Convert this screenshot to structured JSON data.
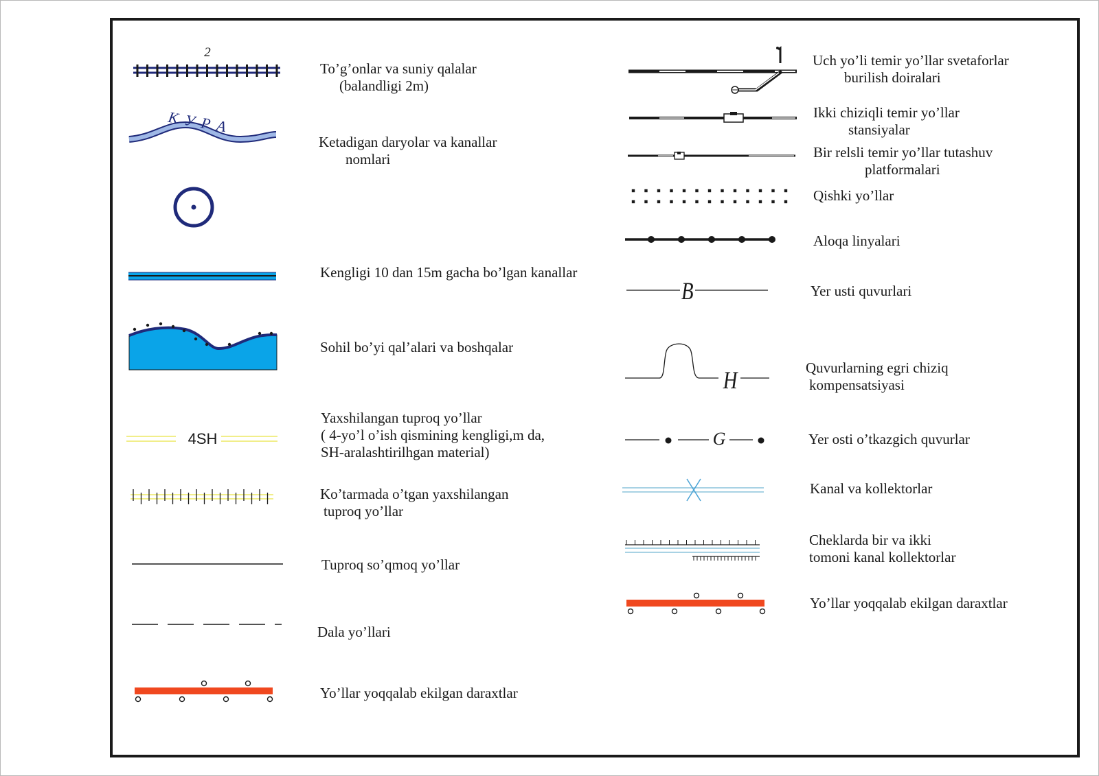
{
  "symbol_text": {
    "embankment_height": "2",
    "river_name": "К У Р А",
    "road_code": "4SH",
    "pipe_above": "B",
    "pipe_comp": "H",
    "pipe_under": "G"
  },
  "left_items": [
    {
      "id": "embankment",
      "lines": [
        "To’g’onlar va suniy qalalar",
        "(balandligi 2m)"
      ]
    },
    {
      "id": "rivers",
      "lines": [
        "Ketadigan daryolar va kanallar",
        "nomlari"
      ]
    },
    {
      "id": "canal",
      "lines": [
        "Kengligi 10 dan 15m gacha bo’lgan kanallar"
      ]
    },
    {
      "id": "coast",
      "lines": [
        "Sohil bo’yi qal’alari va boshqalar"
      ]
    },
    {
      "id": "improved-road",
      "lines": [
        "Yaxshilangan tuproq yo’llar",
        "( 4-yo’l o’ish qismining kengligi,m da,",
        "SH-aralashtirilhgan material)"
      ]
    },
    {
      "id": "raised-road",
      "lines": [
        "Ko’tarmada o’tgan yaxshilangan",
        "tuproq yo’llar"
      ]
    },
    {
      "id": "dirt-road",
      "lines": [
        "Tuproq so’qmoq yo’llar"
      ]
    },
    {
      "id": "field-road",
      "lines": [
        "Dala yo’llari"
      ]
    },
    {
      "id": "trees-left",
      "lines": [
        "Yo’llar yoqqalab ekilgan daraxtlar"
      ]
    }
  ],
  "right_items": [
    {
      "id": "triple-rail",
      "lines": [
        "Uch yo’li temir yo’llar svetaforlar",
        "burilish doiralari"
      ]
    },
    {
      "id": "double-rail",
      "lines": [
        "Ikki chiziqli temir yo’llar",
        "stansiyalar"
      ]
    },
    {
      "id": "mono-rail",
      "lines": [
        "Bir relsli temir yo’llar tutashuv",
        "platformalari"
      ]
    },
    {
      "id": "winter-road",
      "lines": [
        "Qishki yo’llar"
      ]
    },
    {
      "id": "comm-line",
      "lines": [
        "Aloqa linyalari"
      ]
    },
    {
      "id": "above-pipe",
      "lines": [
        "Yer usti quvurlari"
      ]
    },
    {
      "id": "pipe-comp",
      "lines": [
        "Quvurlarning egri chiziq",
        "kompensatsiyasi"
      ]
    },
    {
      "id": "under-pipe",
      "lines": [
        "Yer osti o’tkazgich quvurlar"
      ]
    },
    {
      "id": "canal-collector",
      "lines": [
        "Kanal va kollektorlar"
      ]
    },
    {
      "id": "check-collector",
      "lines": [
        "Cheklarda bir va ikki",
        "tomoni kanal kollektorlar"
      ]
    },
    {
      "id": "trees-right",
      "lines": [
        "Yo’llar yoqqalab ekilgan daraxtlar"
      ]
    }
  ],
  "colors": {
    "frame": "#1a1a1a",
    "dark_blue": "#1f2a7a",
    "light_blue": "#0aa4e8",
    "pale_blue": "#9fb8e6",
    "yellow": "#f1ee8a",
    "red_orange": "#f0481f",
    "canal_light": "#9ccbe0"
  }
}
